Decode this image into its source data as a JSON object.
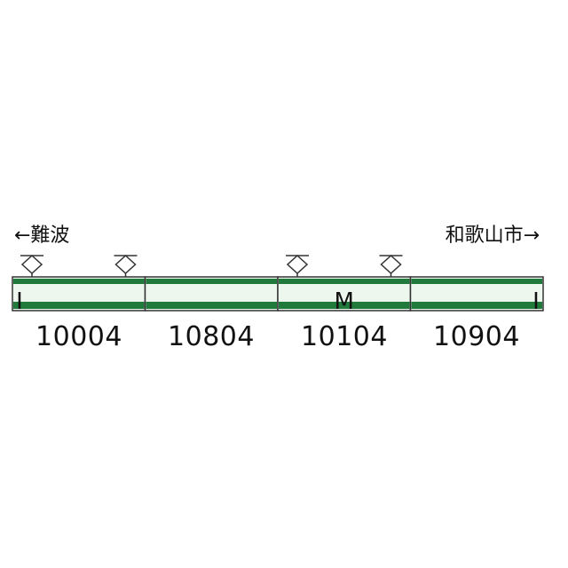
{
  "directions": {
    "left": "←難波",
    "right": "和歌山市→"
  },
  "colors": {
    "body": "#eef7ee",
    "stripe": "#1f7a3c",
    "outline": "#333333",
    "pantograph": "#333333"
  },
  "cars": [
    {
      "number": "10004",
      "mark": "I",
      "pantographs": 2
    },
    {
      "number": "10804",
      "mark": "",
      "pantographs": 0
    },
    {
      "number": "10104",
      "mark": "M",
      "pantographs": 2
    },
    {
      "number": "10904",
      "mark": "I",
      "pantographs": 0
    }
  ]
}
